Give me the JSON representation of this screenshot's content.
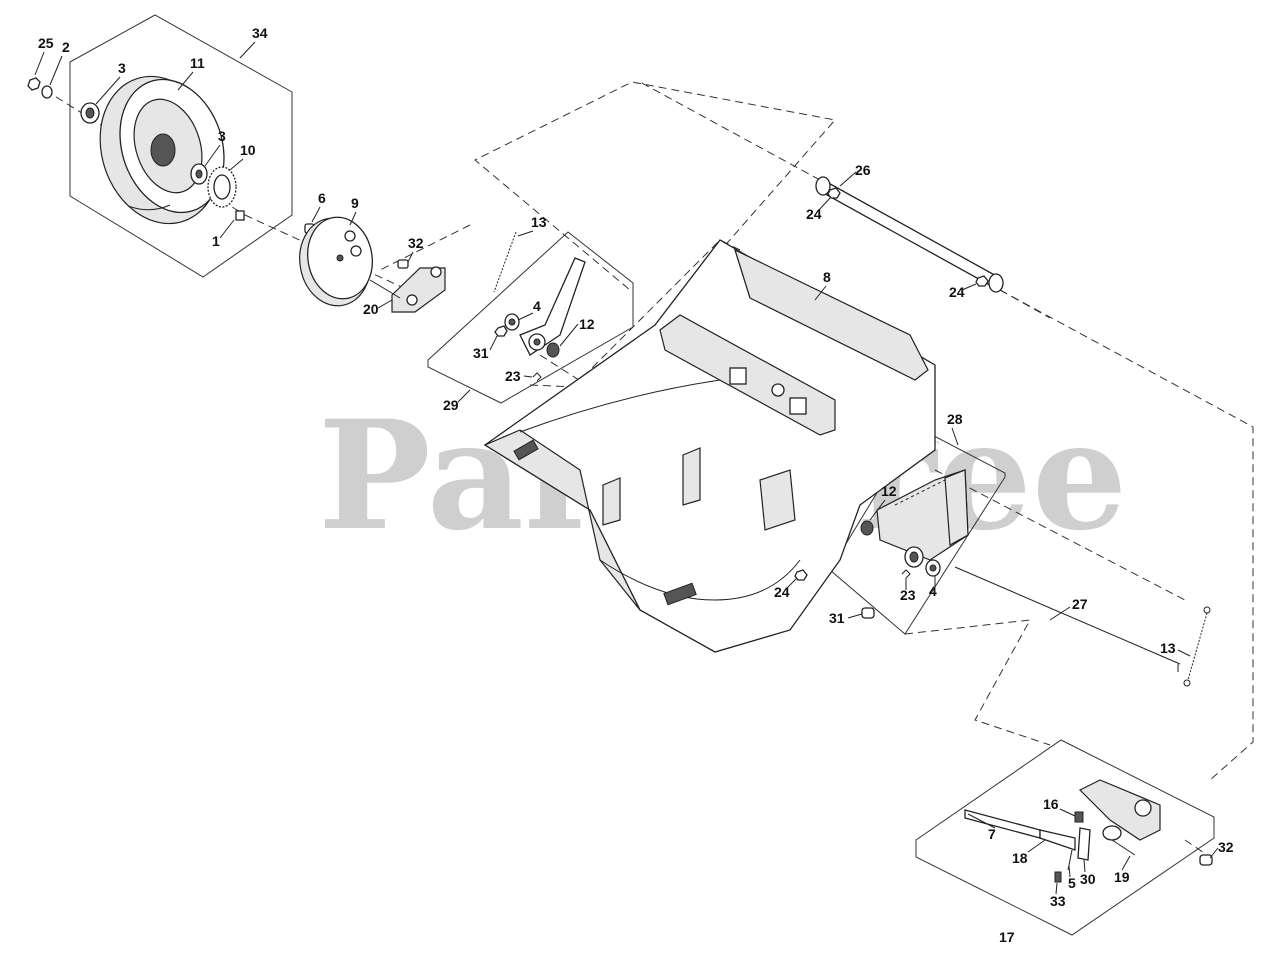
{
  "watermark": {
    "text": "PartsTree",
    "mark": "™"
  },
  "callouts": [
    "34",
    "25",
    "2",
    "3",
    "11",
    "3",
    "10",
    "1",
    "6",
    "9",
    "32",
    "20",
    "13",
    "4",
    "12",
    "31",
    "23",
    "29",
    "26",
    "24",
    "24",
    "8",
    "28",
    "12",
    "23",
    "4",
    "31",
    "24",
    "27",
    "13",
    "16",
    "7",
    "18",
    "30",
    "5",
    "19",
    "33",
    "32",
    "17"
  ]
}
